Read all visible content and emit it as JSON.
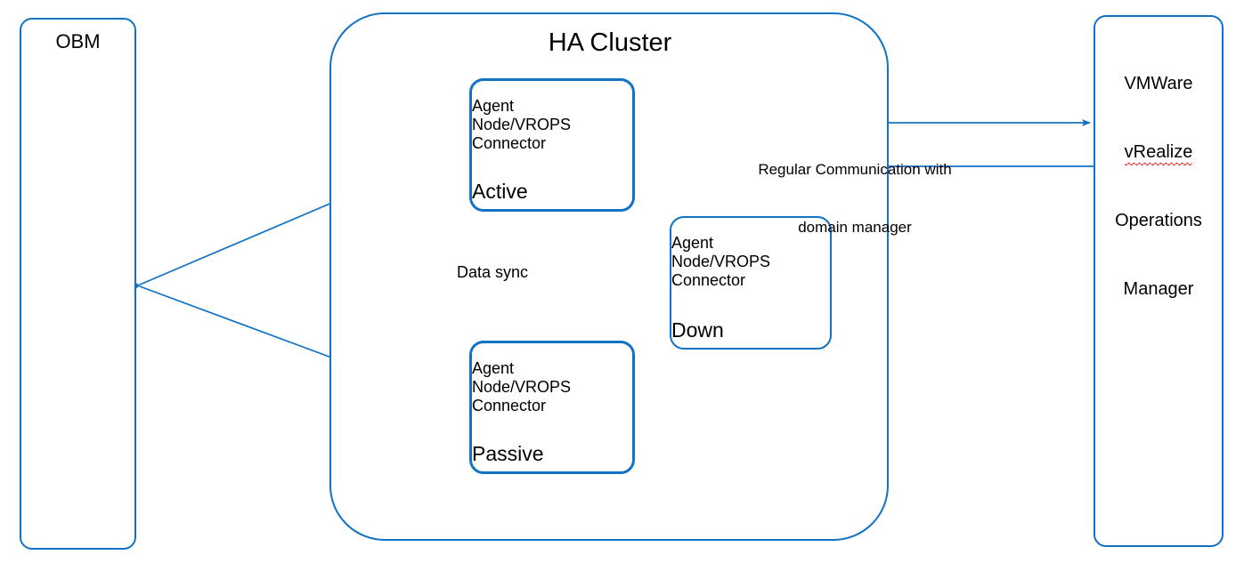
{
  "diagram": {
    "stroke_color": "#1272C4",
    "text_color": "#000000",
    "spellcheck_color": "#e02020",
    "background": "#ffffff"
  },
  "obm": {
    "title": "OBM"
  },
  "ha_cluster": {
    "title": "HA Cluster"
  },
  "vmware": {
    "line1": "VMWare",
    "line2": "vRealize",
    "line3": "Operations",
    "line4": "Manager"
  },
  "nodes": {
    "active": {
      "line1": "Agent",
      "line2": "Node/VROPS",
      "line3": "Connector",
      "state": "Active"
    },
    "passive": {
      "line1": "Agent",
      "line2": "Node/VROPS",
      "line3": "Connector",
      "state": "Passive"
    },
    "down": {
      "line1": "Agent",
      "line2": "Node/VROPS",
      "line3": "Connector",
      "state": "Down"
    }
  },
  "labels": {
    "communication_line1": "Regular Communication with",
    "communication_line2": "domain manager",
    "data_sync": "Data sync"
  }
}
